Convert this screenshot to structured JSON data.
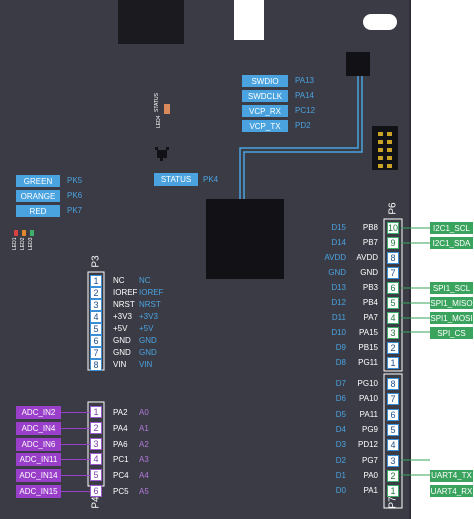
{
  "colors": {
    "board": "#3b3b46",
    "pin_blue": "#4aa3df",
    "pin_purple": "#9a3fc9",
    "pin_green": "#3aa35e",
    "trace": "#4aa3df"
  },
  "debug": {
    "signals": [
      "SWDIO",
      "SWDCLK",
      "VCP_RX",
      "VCP_TX"
    ],
    "pins": [
      "PA13",
      "PA14",
      "PC12",
      "PD2"
    ]
  },
  "leds": {
    "rgb": [
      {
        "name": "GREEN",
        "pin": "PK5"
      },
      {
        "name": "ORANGE",
        "pin": "PK6"
      },
      {
        "name": "RED",
        "pin": "PK7"
      }
    ],
    "status": {
      "name": "STATUS",
      "pin": "PK4"
    },
    "silk": [
      "LED1",
      "LED2",
      "LED3",
      "LED4",
      "STATUS"
    ]
  },
  "p3": {
    "header": "P3",
    "rows": [
      {
        "num": "1",
        "left": "NC",
        "right": "NC"
      },
      {
        "num": "2",
        "left": "IOREF",
        "right": "IOREF"
      },
      {
        "num": "3",
        "left": "NRST",
        "right": "NRST"
      },
      {
        "num": "4",
        "left": "+3V3",
        "right": "+3V3"
      },
      {
        "num": "5",
        "left": "+5V",
        "right": "+5V"
      },
      {
        "num": "6",
        "left": "GND",
        "right": "GND"
      },
      {
        "num": "7",
        "left": "GND",
        "right": "GND"
      },
      {
        "num": "8",
        "left": "VIN",
        "right": "VIN"
      }
    ]
  },
  "p4": {
    "header": "P4",
    "rows": [
      {
        "num": "1",
        "tag": "ADC_IN2",
        "pin": "PA2",
        "arduino": "A0"
      },
      {
        "num": "2",
        "tag": "ADC_IN4",
        "pin": "PA4",
        "arduino": "A1"
      },
      {
        "num": "3",
        "tag": "ADC_IN6",
        "pin": "PA6",
        "arduino": "A2"
      },
      {
        "num": "4",
        "tag": "ADC_IN11",
        "pin": "PC1",
        "arduino": "A3"
      },
      {
        "num": "5",
        "tag": "ADC_IN14",
        "pin": "PC4",
        "arduino": "A4"
      },
      {
        "num": "6",
        "tag": "ADC_IN15",
        "pin": "PC5",
        "arduino": "A5"
      }
    ]
  },
  "p6": {
    "header": "P6",
    "rows": [
      {
        "num": "10",
        "arduino": "D15",
        "pin": "PB8",
        "tag": "I2C1_SCL"
      },
      {
        "num": "9",
        "arduino": "D14",
        "pin": "PB7",
        "tag": "I2C1_SDA"
      },
      {
        "num": "8",
        "arduino": "AVDD",
        "pin": "AVDD",
        "tag": ""
      },
      {
        "num": "7",
        "arduino": "GND",
        "pin": "GND",
        "tag": ""
      },
      {
        "num": "6",
        "arduino": "D13",
        "pin": "PB3",
        "tag": "SPI1_SCL"
      },
      {
        "num": "5",
        "arduino": "D12",
        "pin": "PB4",
        "tag": "SPI1_MISO"
      },
      {
        "num": "4",
        "arduino": "D11",
        "pin": "PA7",
        "tag": "SPI1_MOSI"
      },
      {
        "num": "3",
        "arduino": "D10",
        "pin": "PA15",
        "tag": "SPI_CS"
      },
      {
        "num": "2",
        "arduino": "D9",
        "pin": "PB15",
        "tag": ""
      },
      {
        "num": "1",
        "arduino": "D8",
        "pin": "PG11",
        "tag": ""
      }
    ]
  },
  "p7": {
    "header": "P7",
    "rows": [
      {
        "num": "8",
        "arduino": "D7",
        "pin": "PG10",
        "tag": ""
      },
      {
        "num": "7",
        "arduino": "D6",
        "pin": "PA10",
        "tag": ""
      },
      {
        "num": "6",
        "arduino": "D5",
        "pin": "PA11",
        "tag": ""
      },
      {
        "num": "5",
        "arduino": "D4",
        "pin": "PG9",
        "tag": ""
      },
      {
        "num": "4",
        "arduino": "D3",
        "pin": "PD12",
        "tag": ""
      },
      {
        "num": "3",
        "arduino": "D2",
        "pin": "PG7",
        "tag": ""
      },
      {
        "num": "2",
        "arduino": "D1",
        "pin": "PA0",
        "tag": "UART4_TX"
      },
      {
        "num": "1",
        "arduino": "D0",
        "pin": "PA1",
        "tag": "UART4_RX"
      }
    ]
  }
}
